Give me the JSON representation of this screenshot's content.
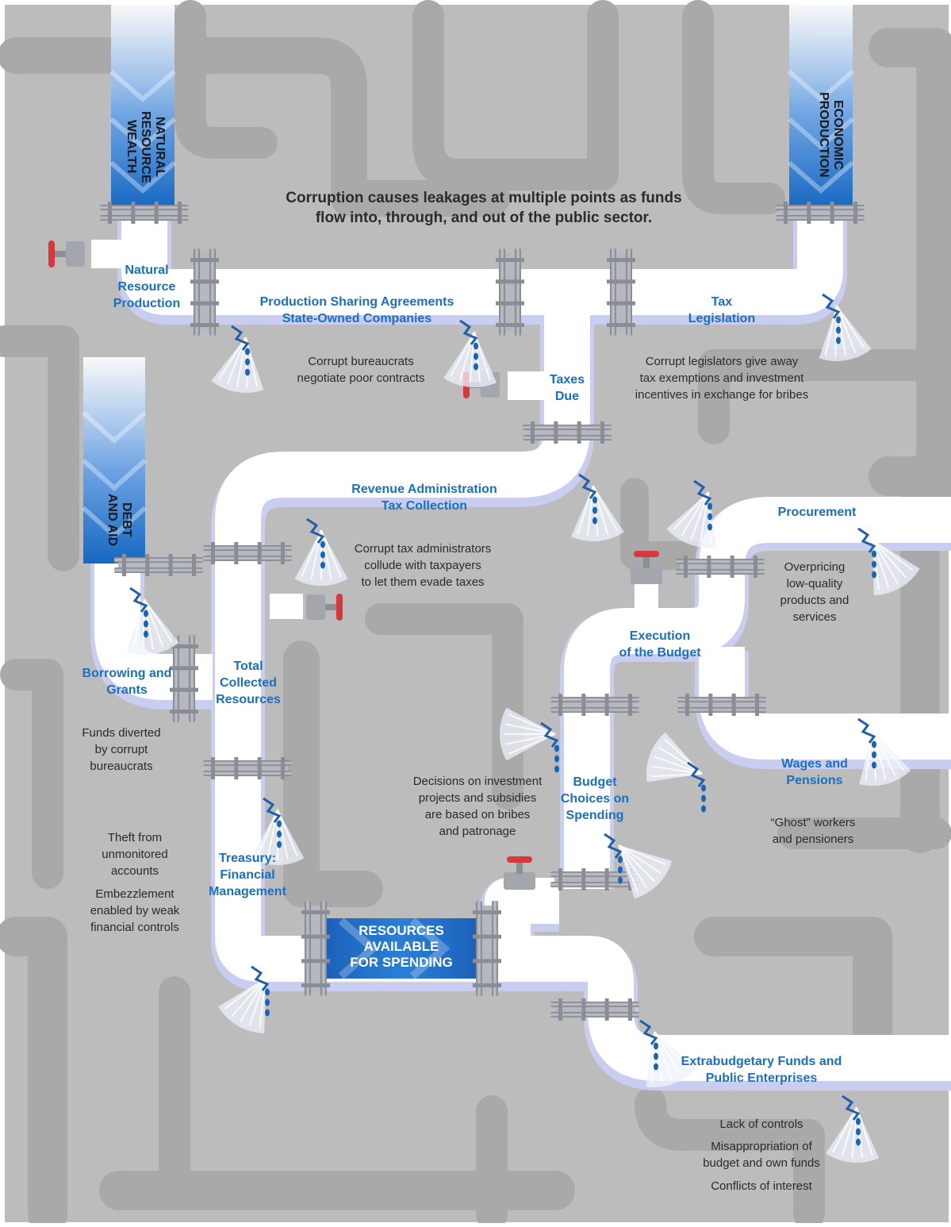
{
  "headline": "Corruption causes leakages at multiple points as funds\nflow into, through, and out of the public sector.",
  "sources": {
    "natural_resource_wealth": "NATURAL\nRESOURCE\nWEALTH",
    "economic_production": "ECONOMIC\nPRODUCTION",
    "debt_and_aid": "DEBT\nAND AID"
  },
  "stages": {
    "natural_resource_production": "Natural\nResource\nProduction",
    "production_sharing": "Production Sharing Agreements\nState-Owned Companies",
    "tax_legislation": "Tax\nLegislation",
    "taxes_due": "Taxes\nDue",
    "revenue_administration": "Revenue Administration\nTax Collection",
    "borrowing_and_grants": "Borrowing and\nGrants",
    "total_collected_resources": "Total\nCollected\nResources",
    "treasury": "Treasury:\nFinancial\nManagement",
    "resources_available": "RESOURCES\nAVAILABLE\nFOR SPENDING",
    "procurement": "Procurement",
    "execution_of_budget": "Execution\nof the Budget",
    "budget_choices": "Budget\nChoices on\nSpending",
    "wages_and_pensions": "Wages and\nPensions",
    "extrabudgetary_funds": "Extrabudgetary Funds and\nPublic Enterprises"
  },
  "leakages": {
    "poor_contracts": "Corrupt bureaucrats\nnegotiate poor contracts",
    "tax_exemptions": "Corrupt legislators give away\ntax exemptions and investment\nincentives in exchange for bribes",
    "evade_taxes": "Corrupt tax administrators\ncollude with taxpayers\nto let them evade taxes",
    "overpricing": "Overpricing\nlow-quality\nproducts and\nservices",
    "funds_diverted": "Funds diverted\nby corrupt\nbureaucrats",
    "investment_decisions": "Decisions on investment\nprojects and subsidies\nare based on bribes\nand patronage",
    "ghost_workers": "“Ghost” workers\nand pensioners",
    "theft": "Theft from\nunmonitored\naccounts",
    "embezzlement": "Embezzlement\nenabled by weak\nfinancial controls",
    "lack_of_controls": "Lack of controls",
    "misappropriation": "Misappropriation of\nbudget and own funds",
    "conflicts_of_interest": "Conflicts of interest"
  },
  "colors": {
    "background": "#bcbcbc",
    "background_pipe": "#a8a8a8",
    "pipe_fill": "#ffffff",
    "pipe_shadow": "#c9cdf0",
    "flow_blue": "#1a6fc0",
    "flange": "#9a9da3",
    "valve_handle": "#d8383a",
    "drip": "#1565b8"
  }
}
